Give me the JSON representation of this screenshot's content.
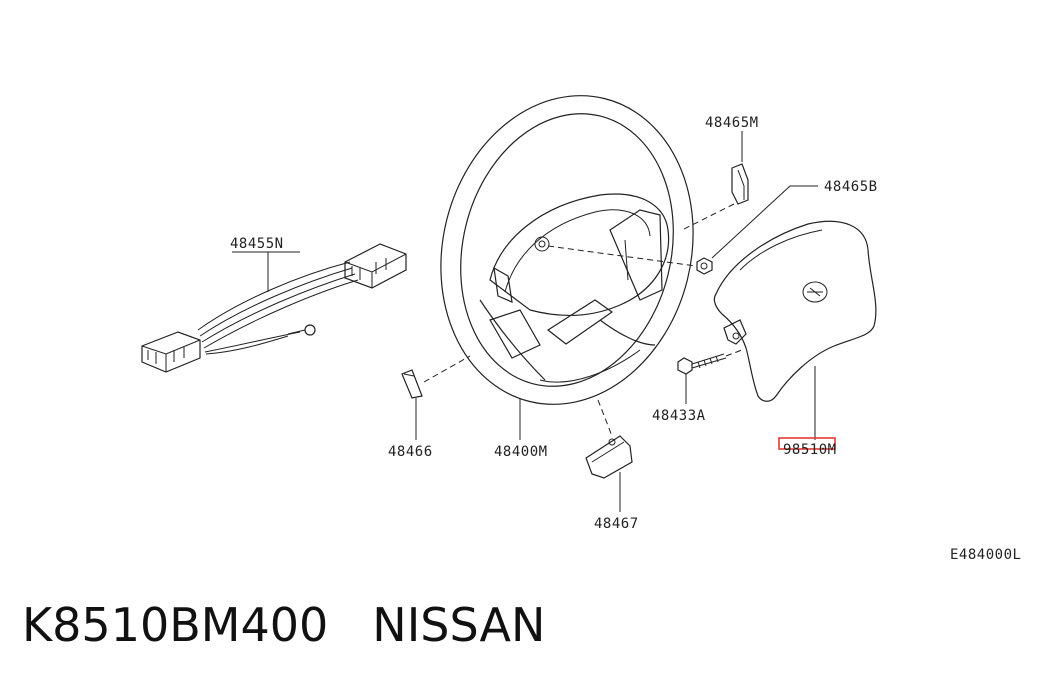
{
  "diagram": {
    "parts": {
      "harness": "48455N",
      "bracket_top": "48465M",
      "nut": "48465B",
      "wheel": "48400M",
      "clip_left": "48466",
      "lower_cover": "48467",
      "bolt": "48433A",
      "airbag_module": "98510M"
    },
    "diagram_code": "E484000L",
    "highlighted_part": "98510M",
    "highlight_color": "#e53935"
  },
  "footer": {
    "part_number": "K8510BM400",
    "brand": "NISSAN"
  }
}
